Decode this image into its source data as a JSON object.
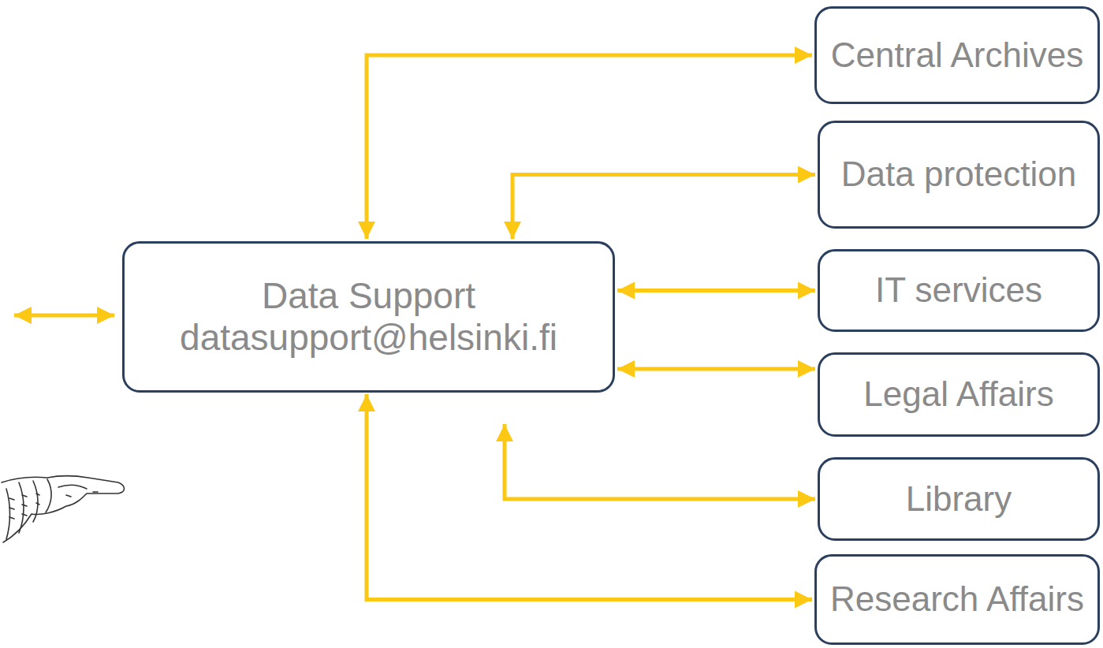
{
  "diagram": {
    "nodes": [
      {
        "text": [
          "Data Support",
          "datasupport@helsinki.fi"
        ]
      },
      {
        "text": [
          "Central Archives"
        ]
      },
      {
        "text": [
          "Data protection"
        ]
      },
      {
        "text": [
          "IT services"
        ]
      },
      {
        "text": [
          "Legal Affairs"
        ]
      },
      {
        "text": [
          "Library"
        ]
      },
      {
        "text": [
          "Research Affairs"
        ]
      }
    ],
    "edges": [
      {
        "from": 0,
        "to": 1,
        "arrow": "both"
      },
      {
        "from": 0,
        "to": 2,
        "arrow": "both"
      },
      {
        "from": 0,
        "to": 3,
        "arrow": "both"
      },
      {
        "from": 0,
        "to": 4,
        "arrow": "both"
      },
      {
        "from": 0,
        "to": 5,
        "arrow": "both"
      },
      {
        "from": 0,
        "to": 6,
        "arrow": "both"
      }
    ]
  }
}
